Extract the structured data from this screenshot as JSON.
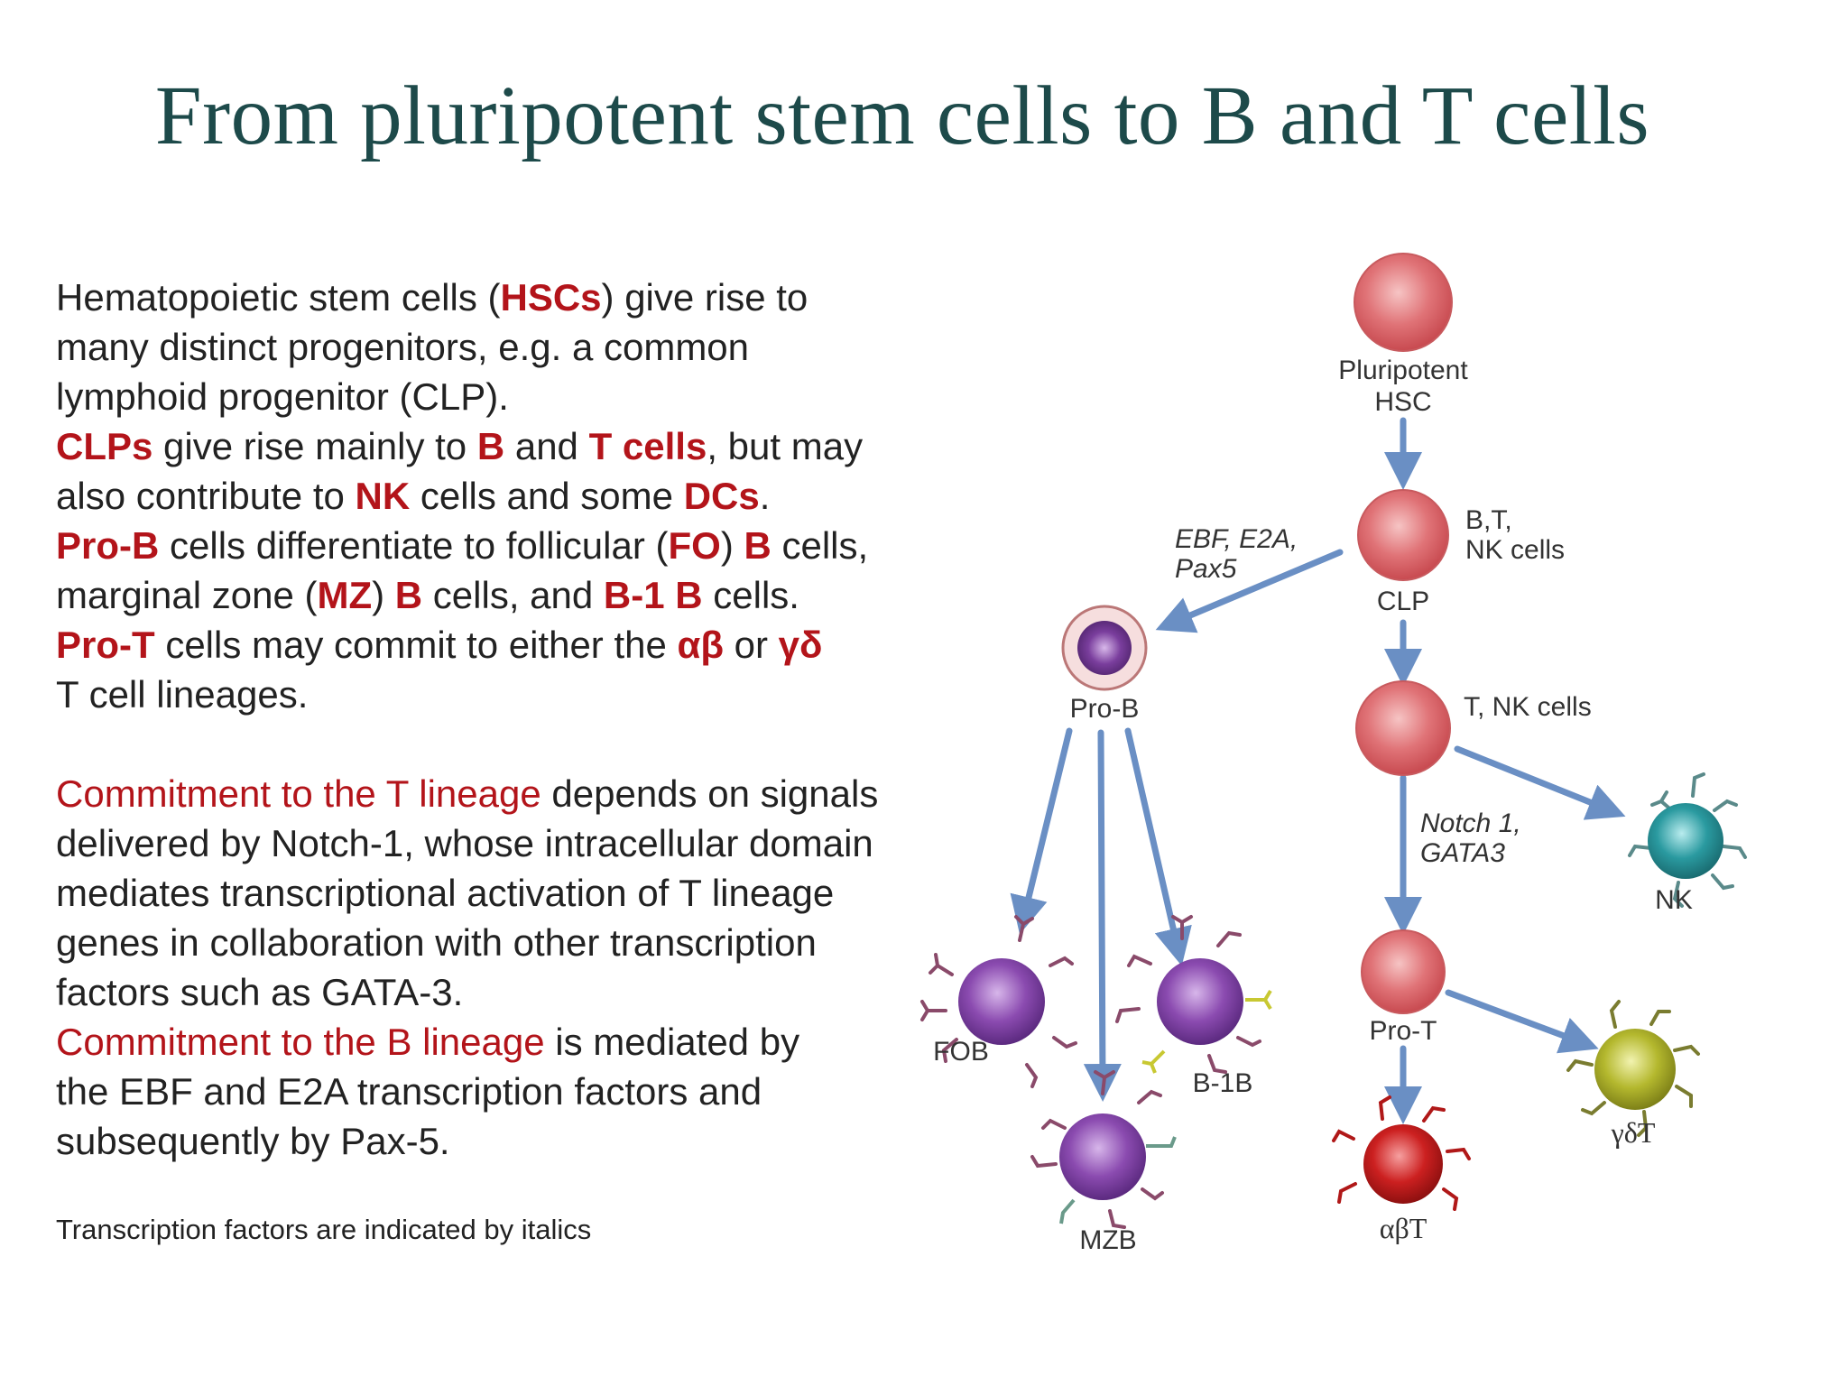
{
  "slide": {
    "title": "From pluripotent stem cells to B and T cells",
    "footnote": "Transcription factors are indicated by italics"
  },
  "paragraph": {
    "l1a": "Hematopoietic stem cells (",
    "l1b": "HSCs",
    "l1c": ") give rise to",
    "l2": "many distinct progenitors, e.g. a common",
    "l3": "lymphoid progenitor (CLP).",
    "l4a": "CLPs",
    "l4b": " give rise mainly to ",
    "l4c": "B",
    "l4d": " and ",
    "l4e": "T cells",
    "l4f": ", but may",
    "l5a": "also contribute to ",
    "l5b": "NK",
    "l5c": " cells and some ",
    "l5d": "DCs",
    "l5e": ".",
    "l6a": "Pro-B",
    "l6b": " cells differentiate to follicular (",
    "l6c": "FO",
    "l6d": ") ",
    "l6e": "B",
    "l6f": " cells,",
    "l7a": "marginal zone (",
    "l7b": "MZ",
    "l7c": ") ",
    "l7d": "B",
    "l7e": " cells, and ",
    "l7f": "B-1 B",
    "l7g": " cells.",
    "l8a": "Pro-T",
    "l8b": " cells may commit to either the ",
    "l8c": "αβ",
    "l8d": " or ",
    "l8e": "γδ",
    "l9": "T cell lineages.",
    "c1a": "Commitment to the T lineage",
    "c1b": " depends on signals",
    "c2": "delivered by Notch-1, whose intracellular domain",
    "c3": "mediates transcriptional activation of T lineage",
    "c4": "genes in collaboration with other transcription",
    "c5": "factors such as GATA-3.",
    "c6a": "Commitment to the B lineage",
    "c6b": " is mediated by",
    "c7": "the EBF and E2A transcription factors and",
    "c8": "subsequently by Pax-5."
  },
  "diagram": {
    "hsc_label_1": "Pluripotent",
    "hsc_label_2": "HSC",
    "clp_label": "CLP",
    "clp_potential_1": "B,T,",
    "clp_potential_2": "NK cells",
    "b_factors_1": "EBF, E2A,",
    "b_factors_2": "Pax5",
    "tnk_label": "T, NK cells",
    "t_factors_1": "Notch 1,",
    "t_factors_2": "GATA3",
    "prob_label": "Pro-B",
    "nk_label": "NK",
    "prot_label": "Pro-T",
    "fob_label": "FOB",
    "b1b_label": "B-1B",
    "mzb_label": "MZB",
    "gdt_label": "γδT",
    "abt_label": "αβT"
  },
  "colors": {
    "title": "#1d4a4a",
    "highlight_red": "#b3141a",
    "arrow_blue": "#6a8fc4",
    "progenitor_red": "#e07377",
    "b_cell_purple": "#7a3e9d",
    "nk_teal": "#2a9aa0",
    "gdt_olive": "#b4b82e",
    "abt_red": "#cc2020"
  }
}
